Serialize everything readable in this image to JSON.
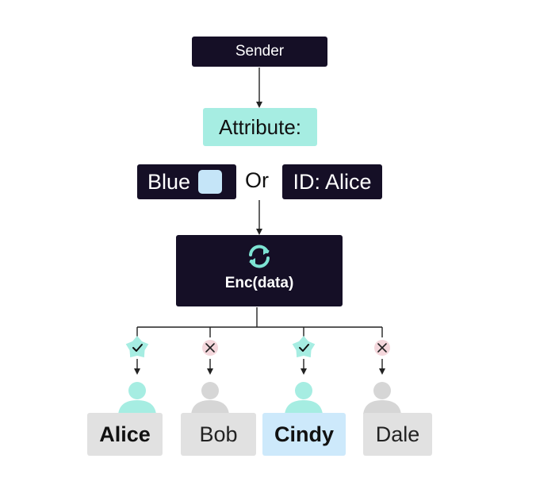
{
  "sender": {
    "label": "Sender"
  },
  "attribute": {
    "label": "Attribute:"
  },
  "policy": {
    "left": {
      "label": "Blue",
      "swatch_color": "#c5e5f8"
    },
    "operator": "Or",
    "right": {
      "label": "ID: Alice"
    }
  },
  "encryption": {
    "label": "Enc(data)",
    "icon": "refresh-icon",
    "icon_color": "#7de3d3"
  },
  "recipients": [
    {
      "name": "Alice",
      "access": "granted",
      "status_icon": "check-badge-icon",
      "avatar_color": "#a6ede2",
      "box_color": "#e1e1e1"
    },
    {
      "name": "Bob",
      "access": "denied",
      "status_icon": "cross-icon",
      "avatar_color": "#d6d6d6",
      "box_color": "#e1e1e1"
    },
    {
      "name": "Cindy",
      "access": "granted",
      "status_icon": "check-badge-icon",
      "avatar_color": "#a6ede2",
      "box_color": "#cde9fb"
    },
    {
      "name": "Dale",
      "access": "denied",
      "status_icon": "cross-icon",
      "avatar_color": "#d6d6d6",
      "box_color": "#e1e1e1"
    }
  ],
  "colors": {
    "dark_box": "#150f26",
    "accent_teal": "#a6ede2",
    "denied_badge": "#f4d7dc"
  }
}
